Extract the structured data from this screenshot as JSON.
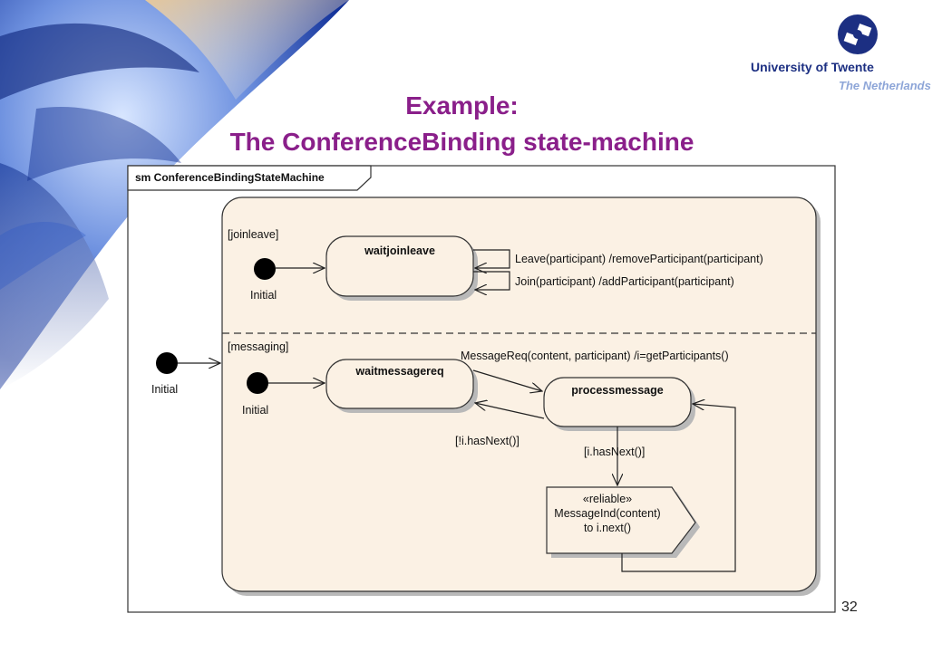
{
  "slide": {
    "title_line1": "Example:",
    "title_line2": "The ConferenceBinding state-machine",
    "page_number": "32"
  },
  "logo": {
    "name": "University of Twente",
    "subtitle": "The Netherlands",
    "colors": {
      "primary": "#1c2f82",
      "secondary": "#8ea6d8"
    }
  },
  "colors": {
    "title": "#8a1f8a",
    "region_fill": "#fbf1e4"
  },
  "diagram": {
    "frame_label": "sm ConferenceBindingStateMachine",
    "outer_initial_label": "Initial",
    "region1": {
      "guard": "[joinleave]",
      "initial_label": "Initial",
      "state": "waitjoinleave",
      "transition_leave": "Leave(participant) /removeParticipant(participant)",
      "transition_join": "Join(participant) /addParticipant(participant)"
    },
    "region2": {
      "guard": "[messaging]",
      "initial_label": "Initial",
      "state_wait": "waitmessagereq",
      "state_process": "processmessage",
      "transition_request": "MessageReq(content, participant) /i=getParticipants()",
      "guard_not_next": "[!i.hasNext()]",
      "guard_next": "[i.hasNext()]",
      "send_stereotype": "«reliable»",
      "send_line2": "MessageInd(content)",
      "send_line3": "to i.next()"
    }
  }
}
